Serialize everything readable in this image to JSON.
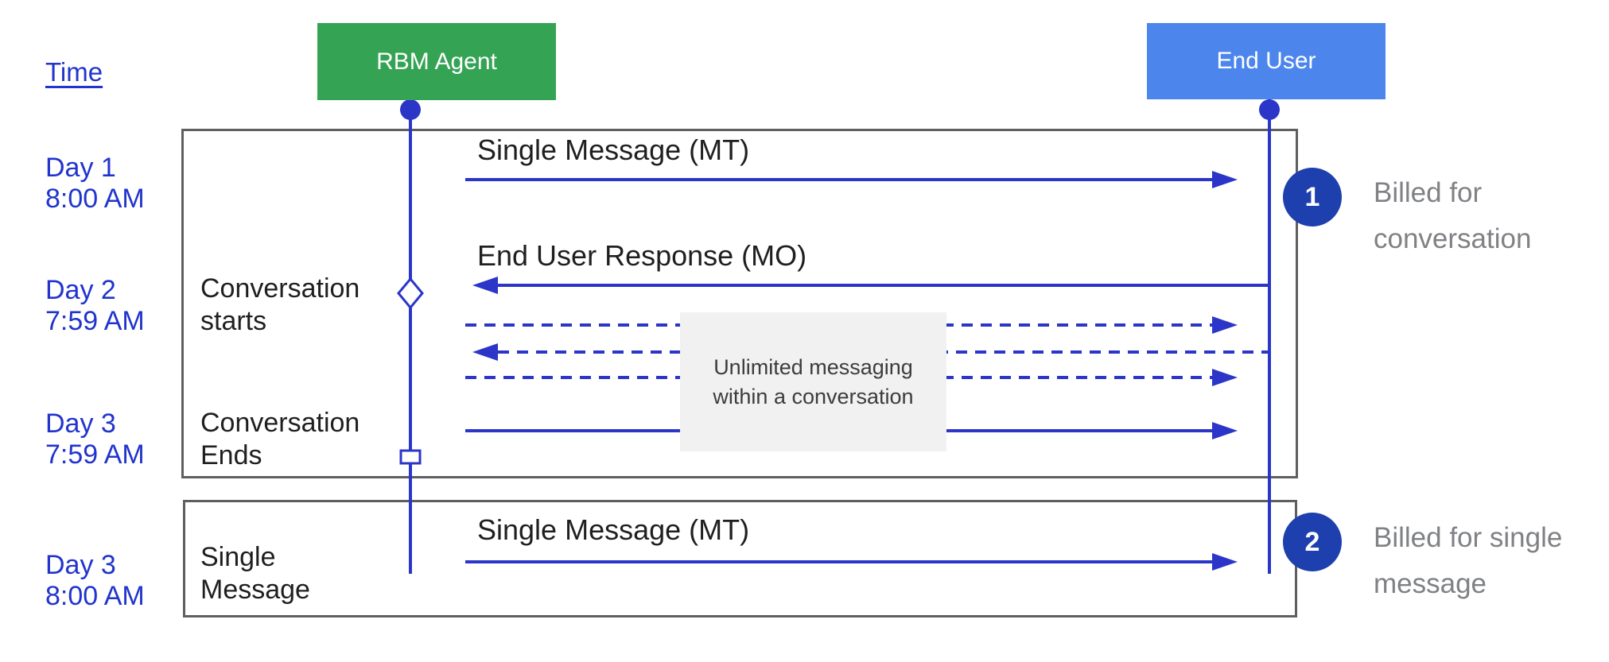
{
  "diagram": {
    "title_hint": "RBM billing sequence diagram",
    "time_axis": {
      "label": "Time",
      "ticks": [
        {
          "label": "Day 1\n8:00 AM"
        },
        {
          "label": "Day 2\n7:59 AM"
        },
        {
          "label": "Day 3\n7:59 AM"
        },
        {
          "label": "Day 3\n8:00 AM"
        }
      ]
    },
    "actors": [
      {
        "id": "rbm-agent",
        "label": "RBM Agent",
        "color": "#34a353"
      },
      {
        "id": "end-user",
        "label": "End User",
        "color": "#4c86ec"
      }
    ],
    "lifeline_markers": [
      {
        "shape": "diamond",
        "meaning": "conversation starts"
      },
      {
        "shape": "square",
        "meaning": "conversation ends"
      }
    ],
    "milestones": [
      {
        "label": "Conversation\nstarts"
      },
      {
        "label": "Conversation\nEnds"
      },
      {
        "label": "Single\nMessage"
      }
    ],
    "messages": [
      {
        "label": "Single Message (MT)",
        "direction": "right",
        "style": "solid"
      },
      {
        "label": "End User Response (MO)",
        "direction": "left",
        "style": "solid"
      },
      {
        "label": "",
        "direction": "right",
        "style": "dashed"
      },
      {
        "label": "",
        "direction": "left",
        "style": "dashed"
      },
      {
        "label": "",
        "direction": "right",
        "style": "dashed"
      },
      {
        "label": "",
        "direction": "right",
        "style": "solid"
      },
      {
        "label": "Single Message (MT)",
        "direction": "right",
        "style": "solid"
      }
    ],
    "note": {
      "text": "Unlimited messaging\nwithin a conversation"
    },
    "annotations": [
      {
        "number": "1",
        "text": "Billed for\nconversation"
      },
      {
        "number": "2",
        "text": "Billed for single\nmessage"
      }
    ],
    "colors": {
      "arrow_blue": "#2b36c9",
      "text_blue": "#2134cd",
      "agent_green": "#34a353",
      "user_blue": "#4c86ec",
      "badge_navy": "#1e3fae",
      "frame_gray": "#5f5f5f",
      "billed_text_gray": "#7f8184",
      "note_bg": "#f1f1f1",
      "note_text": "#3c3c3c",
      "label_black": "#1f1f1f"
    }
  }
}
